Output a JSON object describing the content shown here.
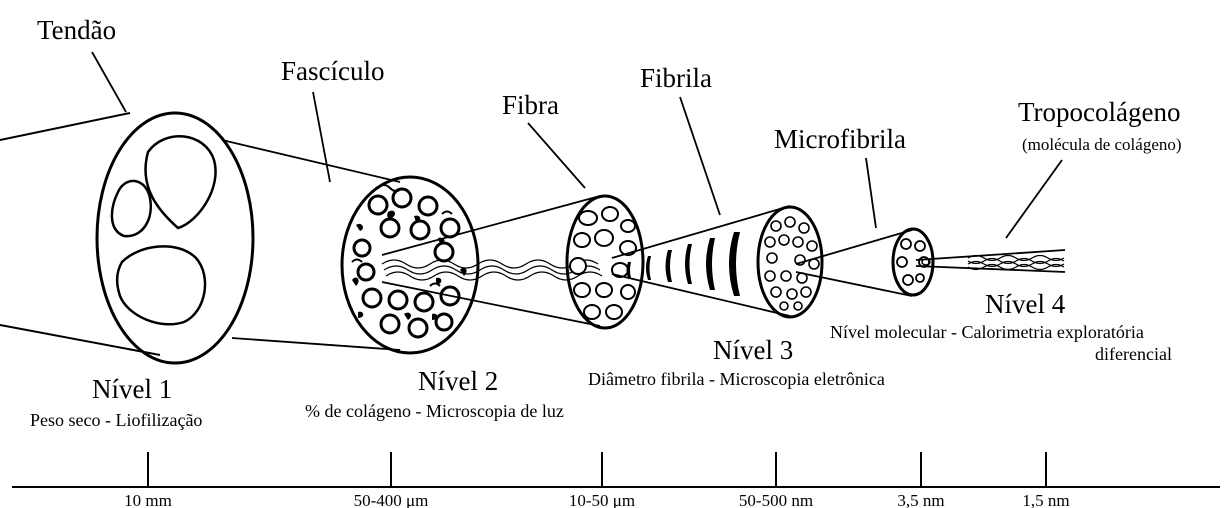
{
  "structure_labels": {
    "tendon": "Tendão",
    "fascicle": "Fascículo",
    "fiber": "Fibra",
    "fibril": "Fibrila",
    "microfibril": "Microfibrila",
    "tropocollagen": "Tropocolágeno",
    "tropocollagen_note": "(molécula de colágeno)"
  },
  "levels": [
    {
      "title": "Nível 1",
      "desc": "Peso seco - Liofilização"
    },
    {
      "title": "Nível 2",
      "desc": "% de colágeno - Microscopia de luz"
    },
    {
      "title": "Nível 3",
      "desc": "Diâmetro fibrila - Microscopia eletrônica"
    },
    {
      "title": "Nível 4",
      "desc_line1": "Nível molecular - Calorimetria exploratória",
      "desc_line2": "diferencial"
    }
  ],
  "scale": {
    "ticks": [
      "10 mm",
      "50-400 μm",
      "10-50 μm",
      "50-500 nm",
      "3,5 nm",
      "1,5 nm"
    ]
  }
}
